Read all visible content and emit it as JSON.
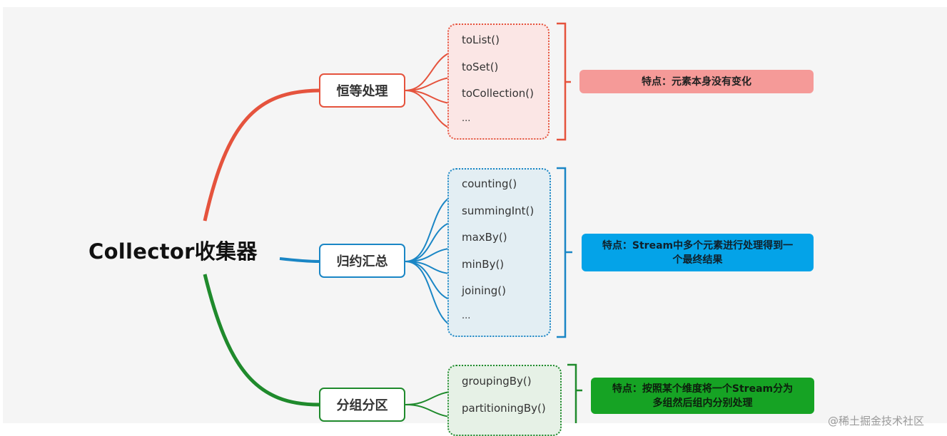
{
  "diagram": {
    "root": "Collector收集器",
    "branches": [
      {
        "label": "恒等处理",
        "color": "#e5533d",
        "items": [
          "toList()",
          "toSet()",
          "toCollection()",
          "..."
        ],
        "note": "特点：元素本身没有变化"
      },
      {
        "label": "归约汇总",
        "color": "#1a86c5",
        "items": [
          "counting()",
          "summingInt()",
          "maxBy()",
          "minBy()",
          "joining()",
          "..."
        ],
        "note_line1": "特点：Stream中多个元素进行处理得到一",
        "note_line2": "个最终结果"
      },
      {
        "label": "分组分区",
        "color": "#1f8a2c",
        "items": [
          "groupingBy()",
          "partitioningBy()"
        ],
        "note_line1": "特点：按照某个维度将一个Stream分为",
        "note_line2": "多组然后组内分别处理"
      }
    ]
  },
  "watermark": "@稀土掘金技术社区"
}
